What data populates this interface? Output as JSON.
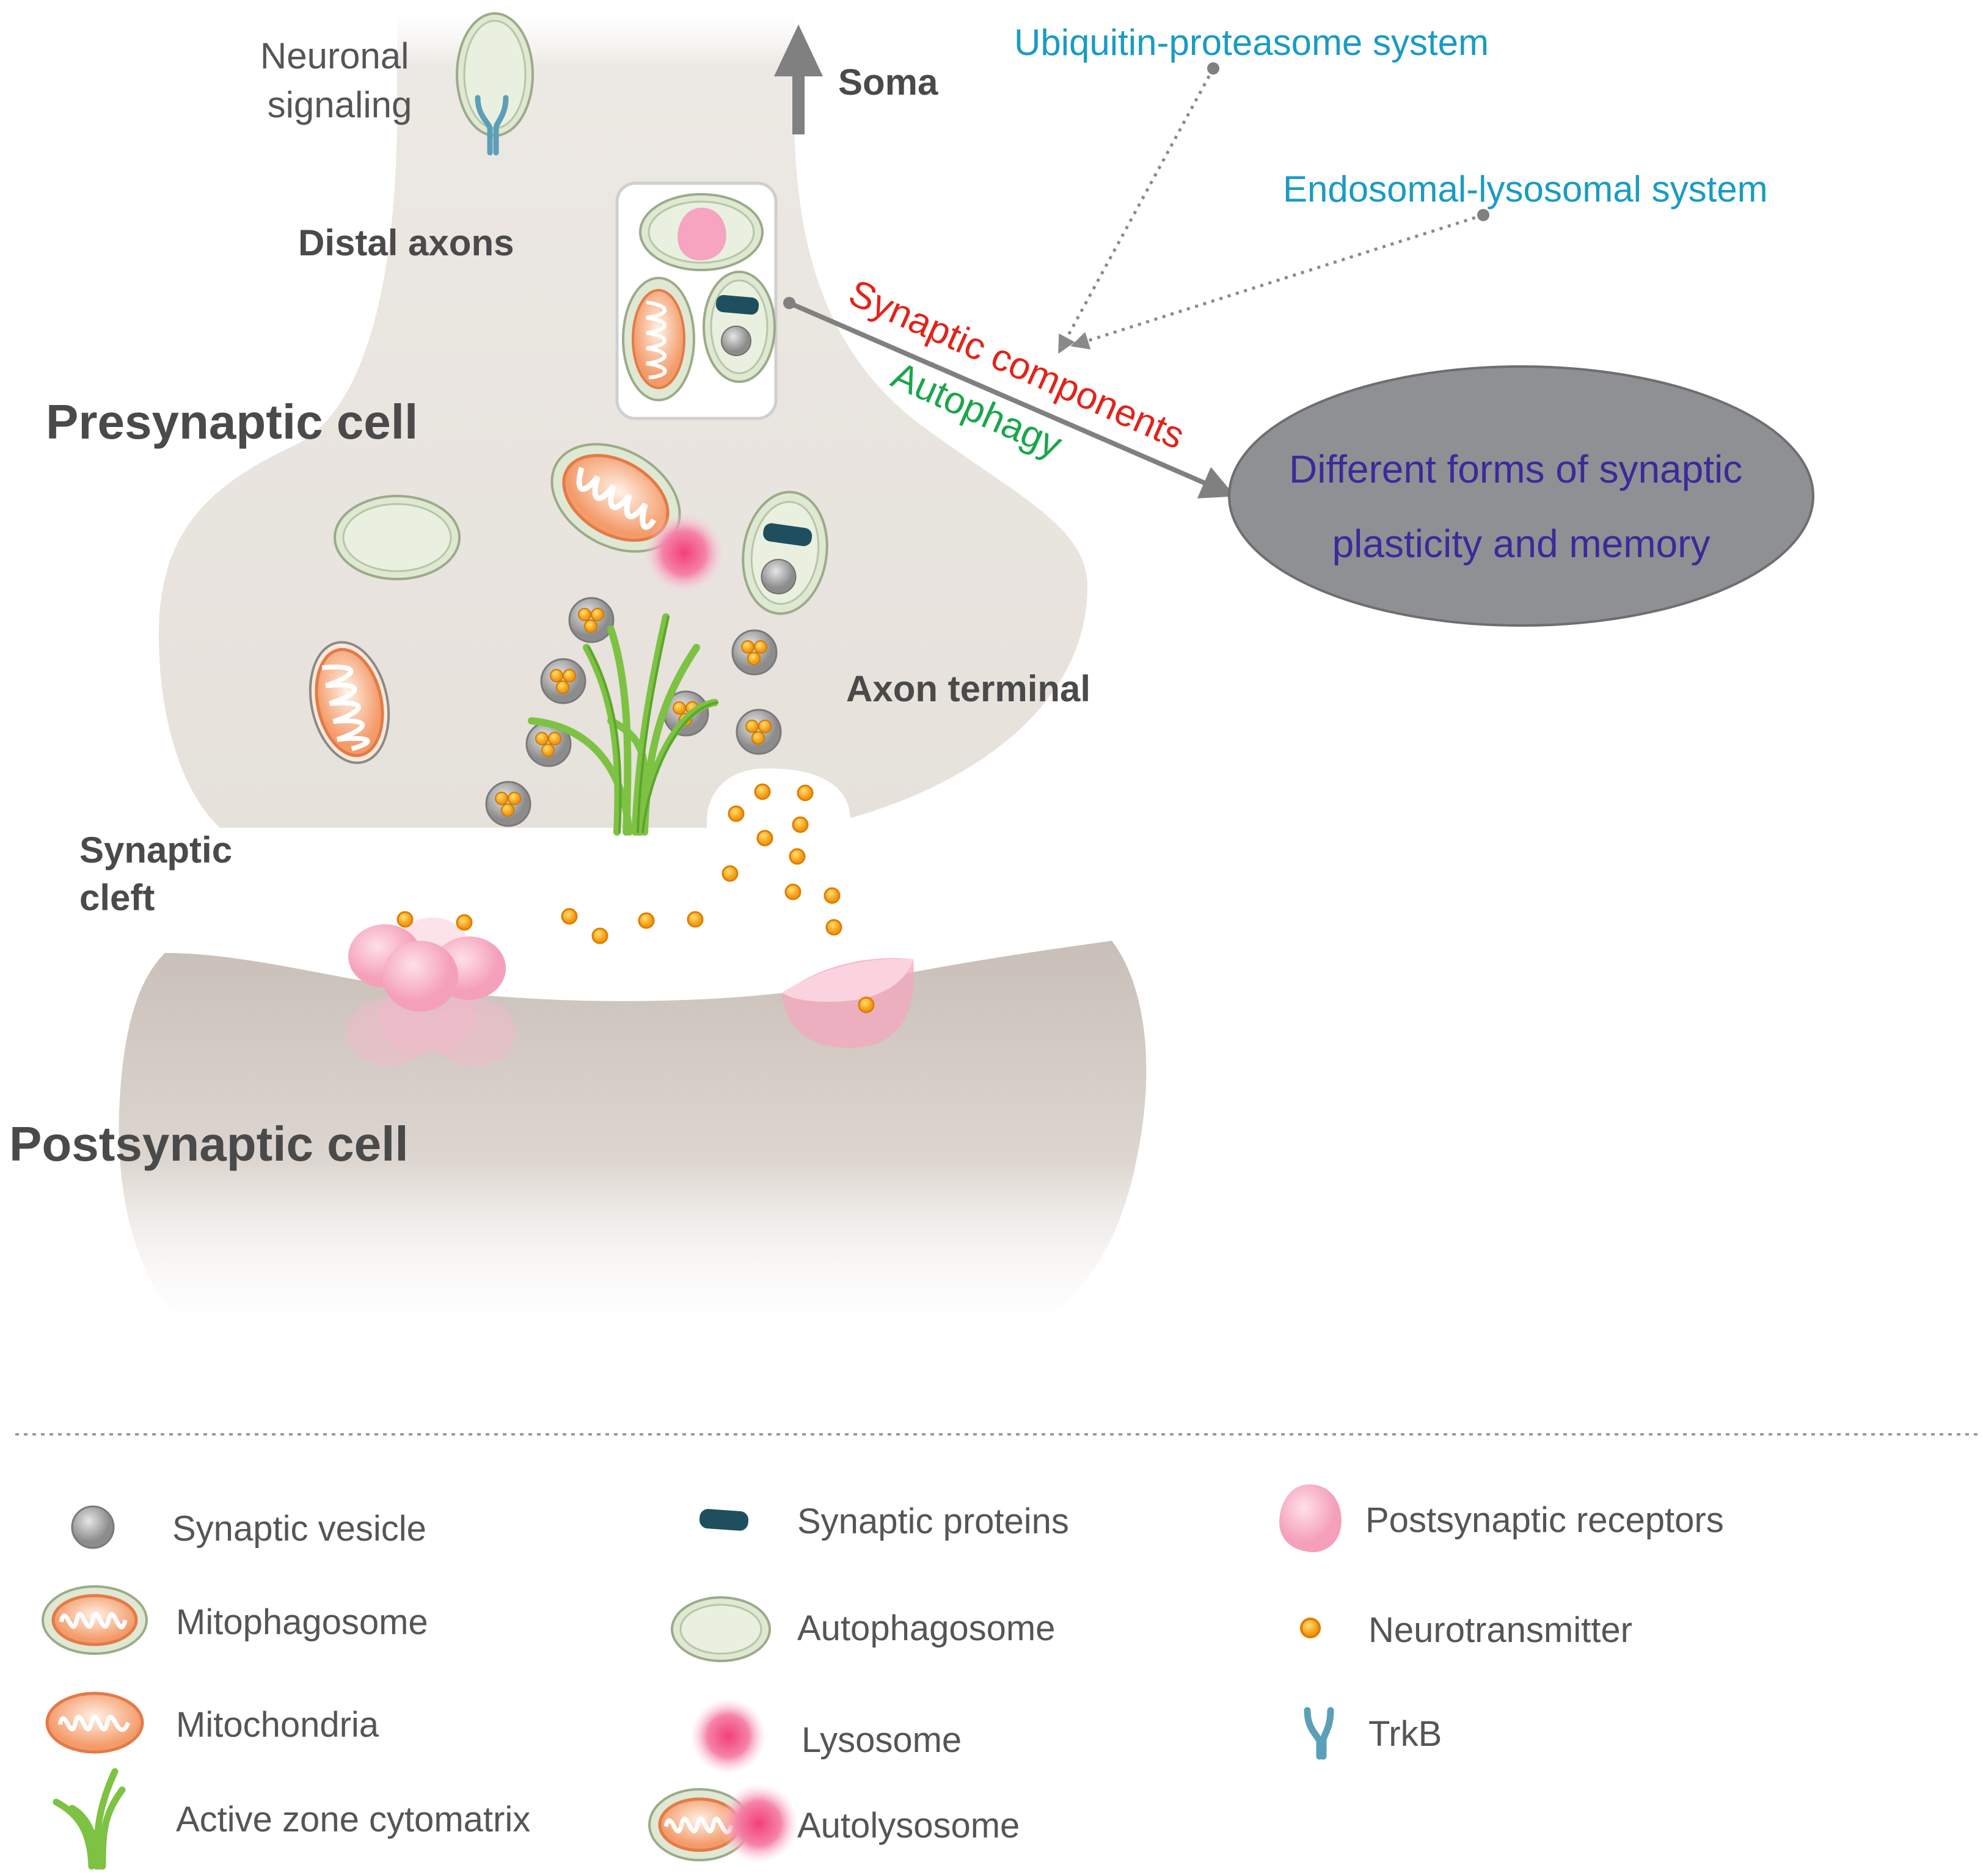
{
  "labels": {
    "neuronal_signaling": [
      "Neuronal",
      "signaling"
    ],
    "soma": "Soma",
    "distal_axons": "Distal axons",
    "presynaptic_cell": "Presynaptic cell",
    "axon_terminal": "Axon terminal",
    "synaptic_cleft": [
      "Synaptic",
      "cleft"
    ],
    "postsynaptic_cell": "Postsynaptic cell"
  },
  "pathway": {
    "ups": "Ubiquitin-proteasome system",
    "els": "Endosomal-lysosomal system",
    "synaptic_components": "Synaptic components",
    "autophagy": "Autophagy",
    "outcome": [
      "Different forms of synaptic",
      "plasticity and memory"
    ]
  },
  "colors": {
    "ups_text": "#1a9bc4",
    "synaptic_components_text": "#e2231a",
    "autophagy_text": "#1aa64a",
    "outcome_text": "#3a2a9a",
    "outcome_fill": "#8f9093",
    "cell_fill": "#ebe7e2",
    "postsynaptic_fill": "#cfc6bf"
  },
  "legend": {
    "col1": [
      "Synaptic vesicle",
      "Mitophagosome",
      "Mitochondria",
      "Active zone cytomatrix"
    ],
    "col2": [
      "Synaptic proteins",
      "Autophagosome",
      "Lysosome",
      "Autolysosome"
    ],
    "col3": [
      "Postsynaptic receptors",
      "Neurotransmitter",
      "TrkB"
    ]
  }
}
